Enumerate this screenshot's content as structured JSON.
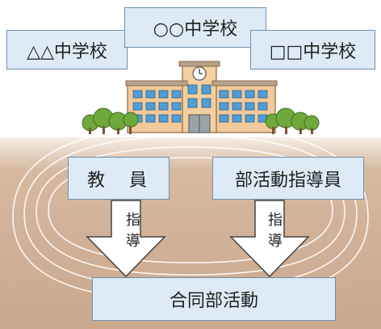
{
  "schools": {
    "left": "△△中学校",
    "center": "○○中学校",
    "right": "□□中学校"
  },
  "roles": {
    "teacher": "教　員",
    "coach": "部活動指導員"
  },
  "arrows": {
    "left_label": "指導",
    "right_label": "指導"
  },
  "result": "合同部活動",
  "colors": {
    "box_fill": "#deebf7",
    "box_border": "#6f8fae",
    "ground": "#c9a88d",
    "building": "#f2c99a",
    "window": "#4f9fd6",
    "tree": "#6fa83b"
  }
}
